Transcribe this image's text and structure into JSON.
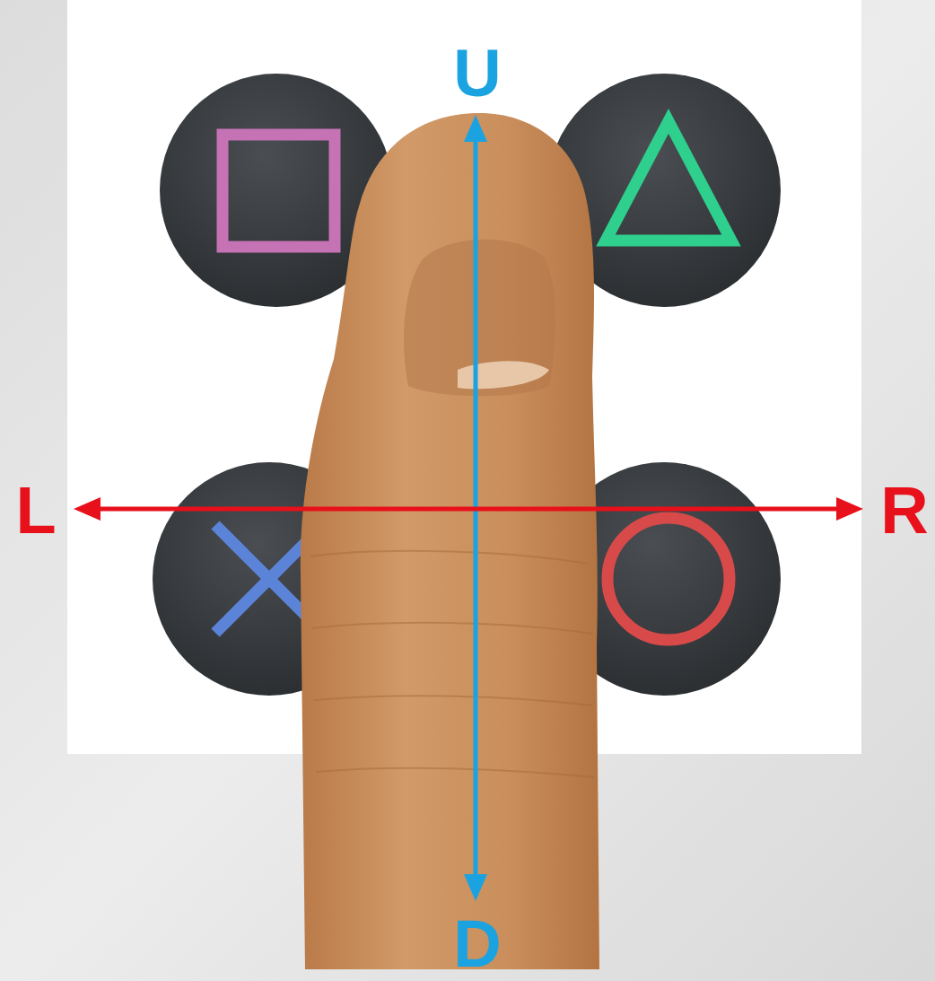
{
  "diagram": {
    "labels": [
      "U",
      "D",
      "L",
      "R"
    ]
  }
}
